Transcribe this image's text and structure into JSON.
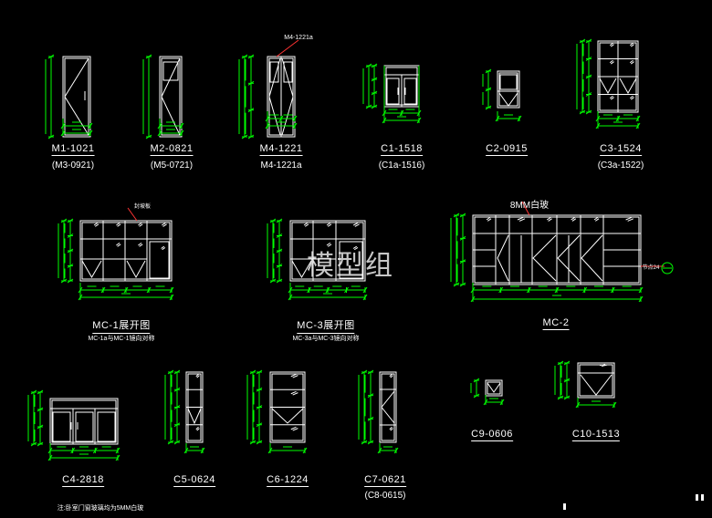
{
  "watermark": "模型组",
  "elements": {
    "m1": {
      "code": "M1-1021",
      "alt": "(M3-0921)"
    },
    "m2": {
      "code": "M2-0821",
      "alt": "(M5-0721)"
    },
    "m4": {
      "code": "M4-1221",
      "alt": "M4-1221a",
      "note": "M4-1221a"
    },
    "c1": {
      "code": "C1-1518",
      "alt": "(C1a-1516)"
    },
    "c2": {
      "code": "C2-0915"
    },
    "c3": {
      "code": "C3-1524",
      "alt": "(C3a-1522)"
    },
    "mc1": {
      "code": "MC-1展开图",
      "alt": "MC-1a与MC-1镜向对称",
      "note": "封坡板"
    },
    "mc3": {
      "code": "MC-3展开图",
      "alt": "MC-3a与MC-3镜向对称"
    },
    "mc2": {
      "code": "MC-2",
      "note": "8MM白玻",
      "tag": "节点24"
    },
    "c4": {
      "code": "C4-2818"
    },
    "c5": {
      "code": "C5-0624"
    },
    "c6": {
      "code": "C6-1224"
    },
    "c7": {
      "code": "C7-0621",
      "alt": "(C8-0615)"
    },
    "c9": {
      "code": "C9-0606"
    },
    "c10": {
      "code": "C10-1513"
    }
  },
  "footer_note": "注:卧室门窗玻璃均为5MM白玻",
  "colors": {
    "background": "#000000",
    "frame": "#ffffff",
    "dimension": "#00ff00",
    "leader": "#ff3333"
  }
}
